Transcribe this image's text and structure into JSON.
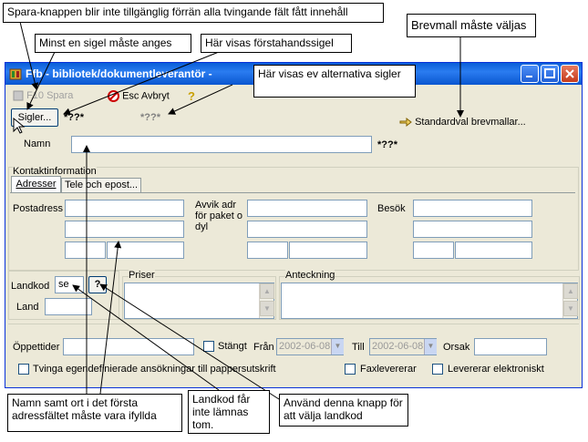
{
  "window": {
    "title": "Ffb - bibliotek/dokumentleverantör -",
    "toolbar": {
      "save_label": "F10 Spara",
      "cancel_label": "Esc Avbryt",
      "help_label": "?"
    },
    "sigler_label": "Sigler...",
    "sigel_primary": "*??*",
    "sigel_alternative": "*??*",
    "template_link": "Standardval brevmallar...",
    "name_label": "Namn",
    "name_marker": "*??*",
    "contact_group": "Kontaktinformation",
    "tabs": [
      {
        "label": "Adresser"
      },
      {
        "label": "Tele och epost..."
      }
    ],
    "postadress_label": "Postadress",
    "avvik_label_1": "Avvik adr",
    "avvik_label_2": "för paket o",
    "avvik_label_3": "dyl",
    "besok_label": "Besök",
    "landkod_label": "Landkod",
    "landkod_value": "se",
    "landkod_button": "?",
    "land_label": "Land",
    "priser_label": "Priser",
    "anteckning_label": "Anteckning",
    "oppettider_label": "Öppettider",
    "stangt_label": "Stängt",
    "fran_label": "Från",
    "fran_value": "2002-06-08",
    "till_label": "Till",
    "till_value": "2002-06-08",
    "orsak_label": "Orsak",
    "tvinga_label": "Tvinga egendefinierade ansökningar till pappersutskrift",
    "faxlevererar_label": "Faxlevererar",
    "elektroniskt_label": "Levererar elektroniskt"
  },
  "callouts": {
    "spara": "Spara-knappen blir inte tillgänglig förrän alla tvingande fält fått innehåll",
    "minst": "Minst en sigel måste anges",
    "forstahand": "Här visas förstahandssigel",
    "brevmall": "Brevmall måste väljas",
    "alternativa": "Här visas ev alternativa sigler",
    "namn_ort": "Namn samt ort i det första adressfältet måste vara ifyllda",
    "landkod_tom": "Landkod får inte lämnas tom.",
    "knapp": "Använd denna knapp för att välja landkod"
  },
  "colors": {
    "titlebar": "#0a5fd8",
    "window_bg": "#ece9d8",
    "required_marker": "#000000"
  }
}
